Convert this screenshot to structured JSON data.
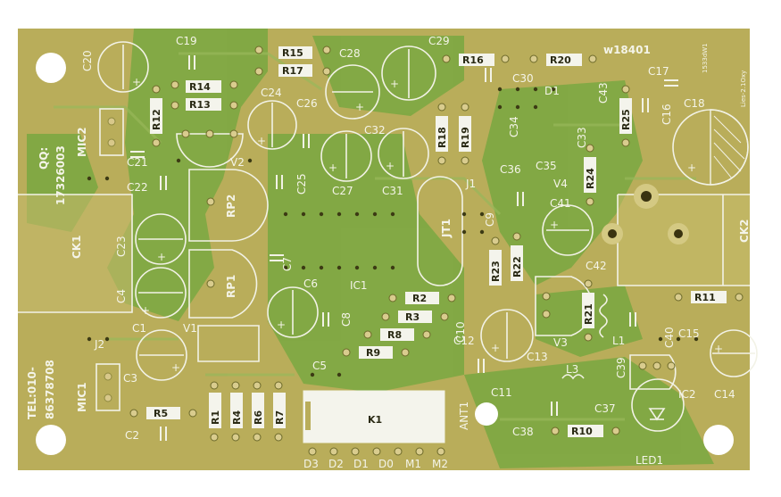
{
  "board": {
    "colors": {
      "pcb": "#b9ad5a",
      "copper": "#7da642",
      "silk": "#f2f2e6",
      "background": "#ffffff"
    },
    "part_number": "w18401",
    "side_text_1": "1533dW1",
    "side_text_2": "Lies-2.1Oxy",
    "qq_label": "QQ:",
    "qq_number": "17326003",
    "tel_label": "TEL:010-",
    "tel_number": "86378708",
    "designators": {
      "c1": "C1",
      "c2": "C2",
      "c3": "C3",
      "c4": "C4",
      "c5": "C5",
      "c6": "C6",
      "c7": "C7",
      "c8": "C8",
      "c9": "C9",
      "c10": "C10",
      "c11": "C11",
      "c12": "C12",
      "c13": "C13",
      "c14": "C14",
      "c15": "C15",
      "c16": "C16",
      "c17": "C17",
      "c18": "C18",
      "c19": "C19",
      "c20": "C20",
      "c21": "C21",
      "c22": "C22",
      "c23": "C23",
      "c24": "C24",
      "c25": "C25",
      "c26": "C26",
      "c27": "C27",
      "c28": "C28",
      "c29": "C29",
      "c30": "C30",
      "c31": "C31",
      "c32": "C32",
      "c33": "C33",
      "c34": "C34",
      "c35": "C35",
      "c36": "C36",
      "c37": "C37",
      "c38": "C38",
      "c39": "C39",
      "c40": "C40",
      "c41": "C41",
      "c42": "C42",
      "c43": "C43",
      "r1": "R1",
      "r2": "R2",
      "r3": "R3",
      "r4": "R4",
      "r5": "R5",
      "r6": "R6",
      "r7": "R7",
      "r8": "R8",
      "r9": "R9",
      "r10": "R10",
      "r11": "R11",
      "r12": "R12",
      "r13": "R13",
      "r14": "R14",
      "r15": "R15",
      "r16": "R16",
      "r17": "R17",
      "r18": "R18",
      "r19": "R19",
      "r20": "R20",
      "r21": "R21",
      "r22": "R22",
      "r23": "R23",
      "r24": "R24",
      "r25": "R25",
      "v1": "V1",
      "v2": "V2",
      "v3": "V3",
      "v4": "V4",
      "d1": "D1",
      "rp1": "RP1",
      "rp2": "RP2",
      "ic1": "IC1",
      "ic2": "IC2",
      "k1": "K1",
      "jt1": "JT1",
      "j1": "J1",
      "j2": "J2",
      "ck1": "CK1",
      "ck2": "CK2",
      "mic1": "MIC1",
      "mic2": "MIC2",
      "ant1": "ANT1",
      "led1": "LED1",
      "l1": "L1",
      "l3": "L3",
      "d3": "D3",
      "d2": "D2",
      "d1b": "D1",
      "d0": "D0",
      "m1": "M1",
      "m2": "M2"
    }
  }
}
